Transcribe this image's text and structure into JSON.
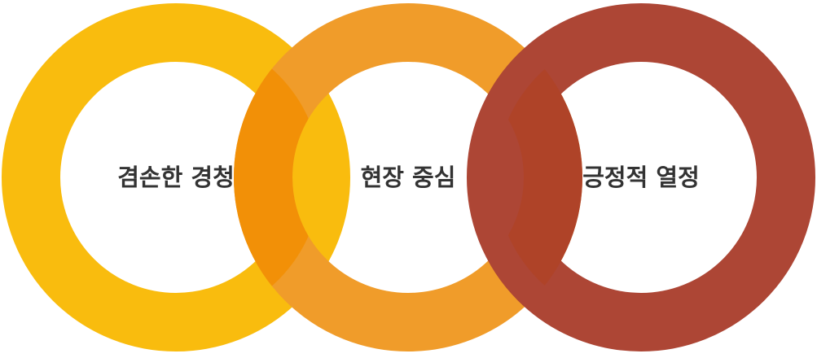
{
  "rings": [
    {
      "label": "겸손한 경청",
      "color": "#F9BC0E"
    },
    {
      "label": "현장 중심",
      "color": "#F09C2A"
    },
    {
      "label": "긍정적 열정",
      "color": "#AD4635"
    }
  ],
  "overlap_colors": {
    "ring1_ring2": "#F29007",
    "ring2_ring3": "#AF4328"
  }
}
